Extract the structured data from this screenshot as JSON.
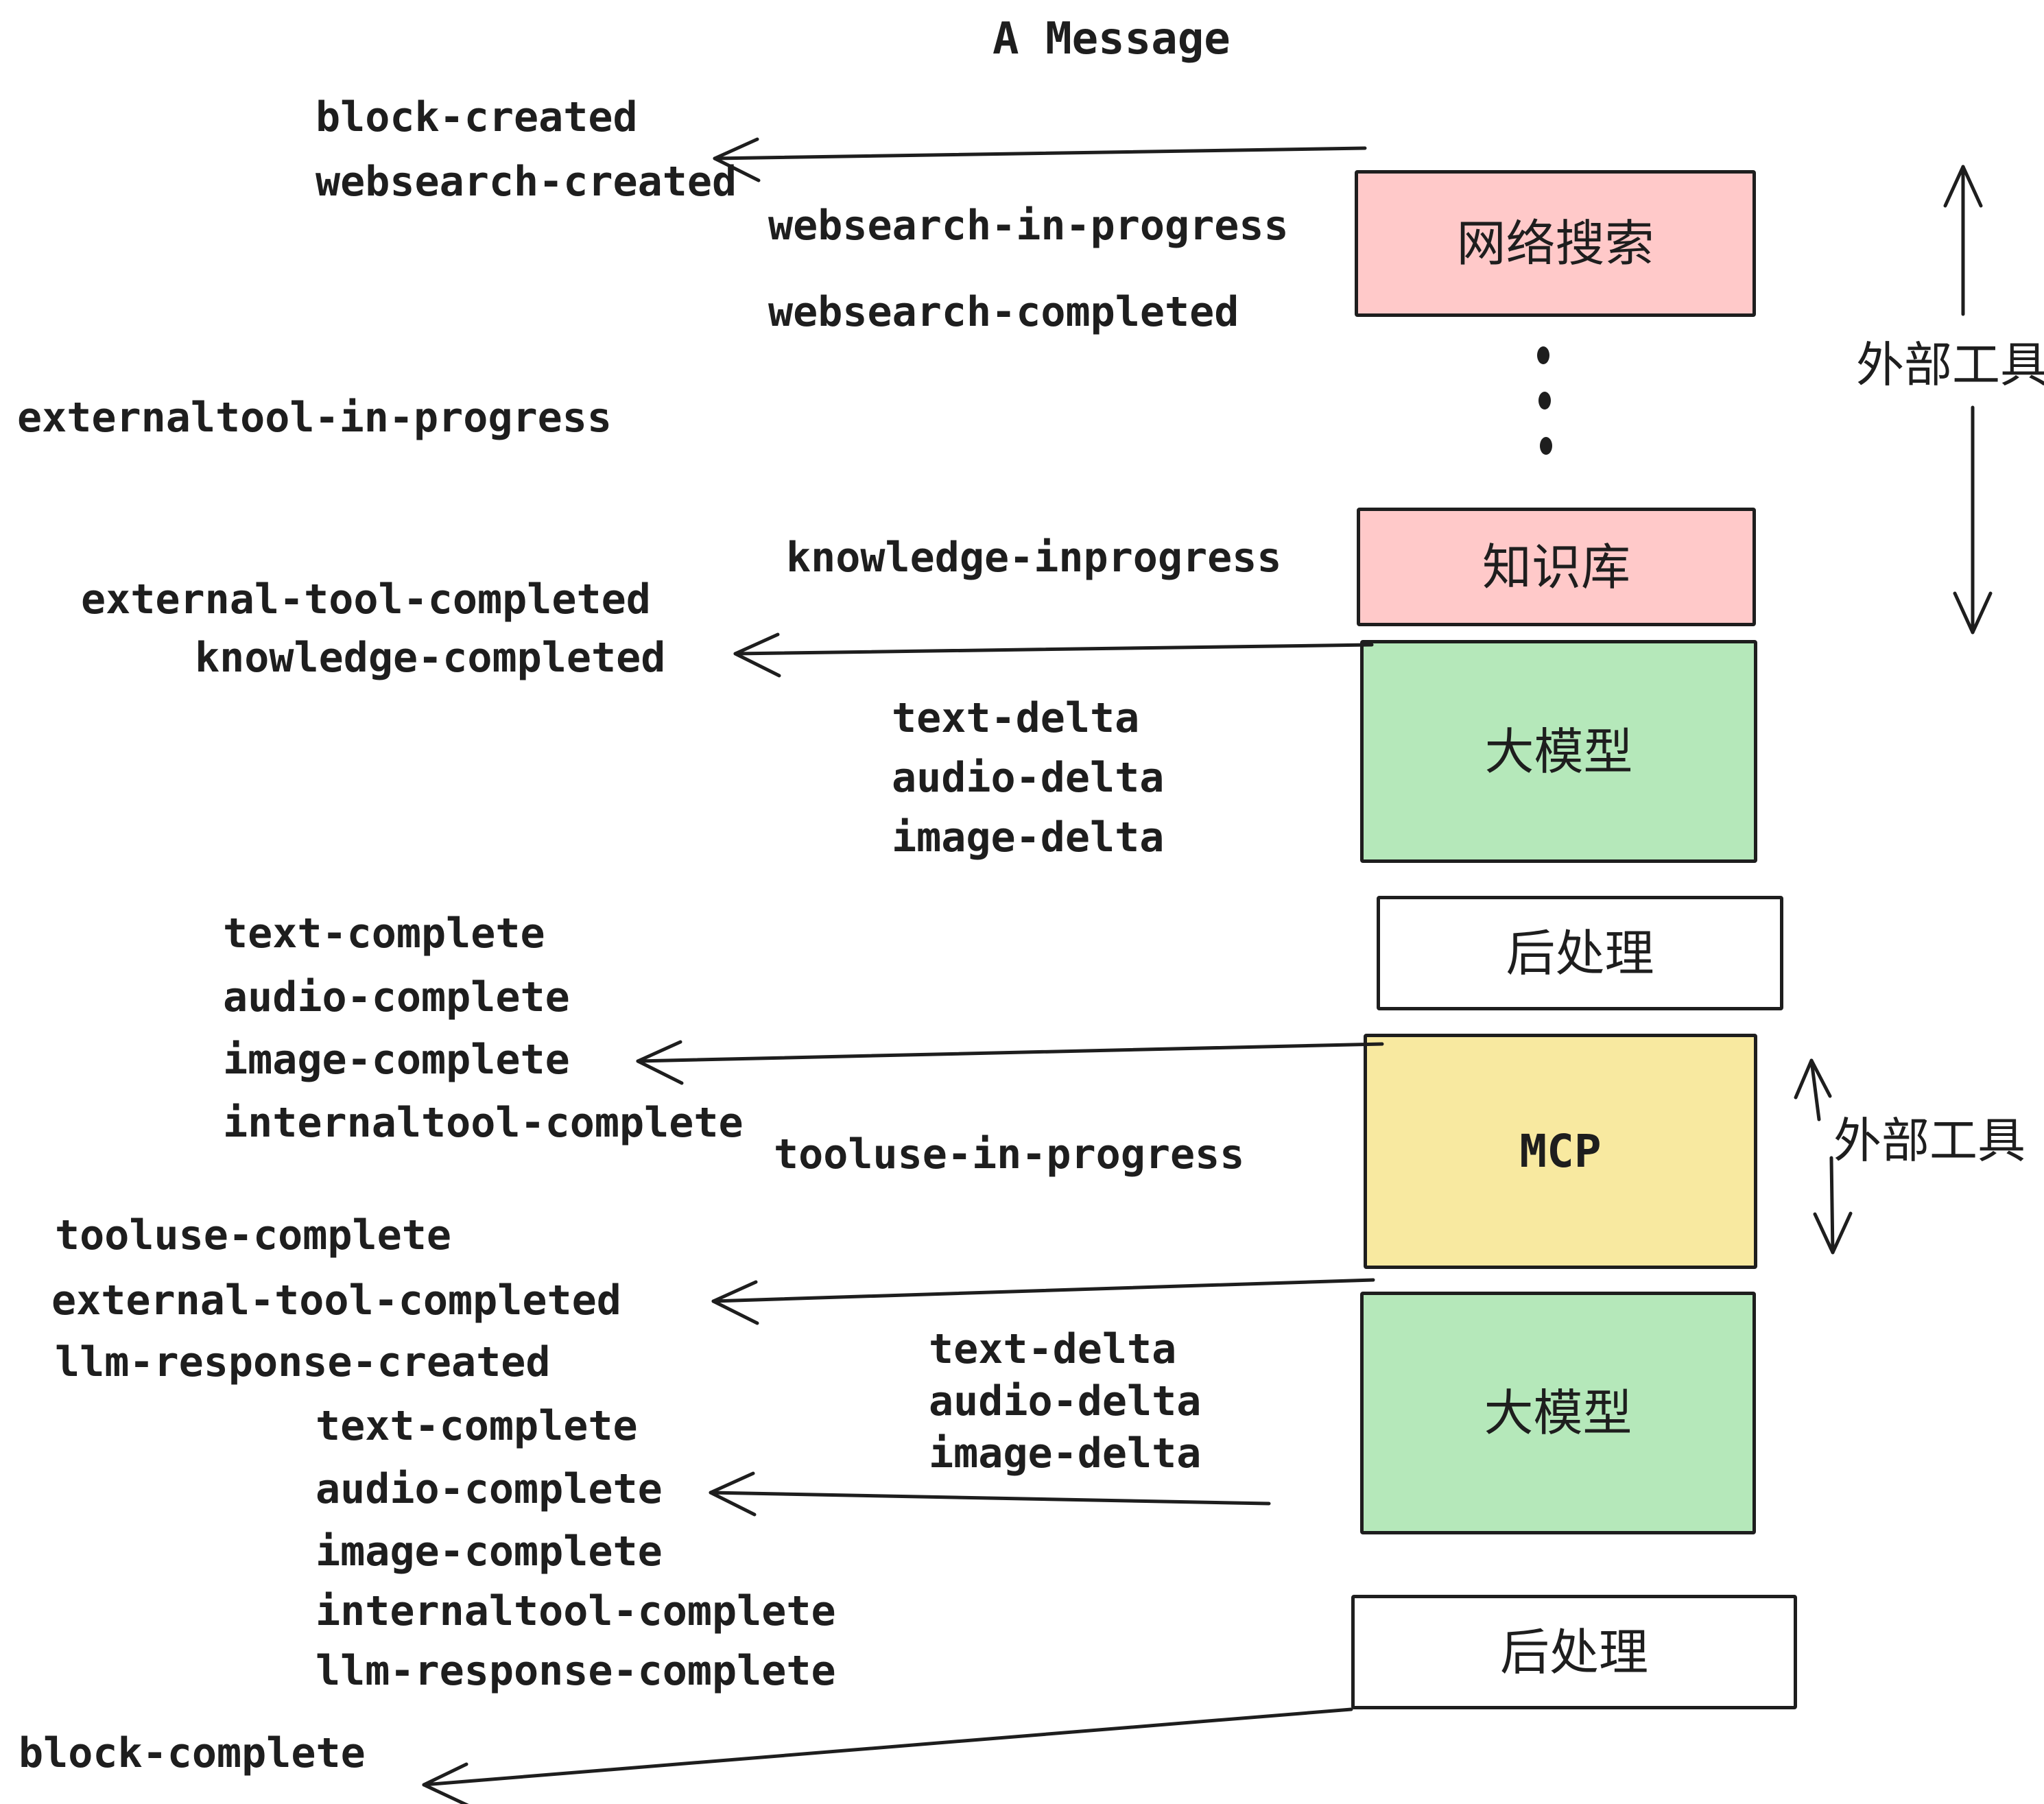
{
  "title": "A Message",
  "colors": {
    "ink": "#1e1e1e",
    "pink": "#ffc9c9",
    "green": "#b5e8ba",
    "yellow": "#f8e9a0",
    "white": "#ffffff"
  },
  "nodes": [
    {
      "label": "网络搜索",
      "color": "#ffc9c9"
    },
    {
      "label": "知识库",
      "color": "#ffc9c9"
    },
    {
      "label": "大模型",
      "color": "#b5e8ba"
    },
    {
      "label": "后处理",
      "color": "#ffffff"
    },
    {
      "label": "MCP",
      "color": "#f8e9a0"
    },
    {
      "label": "大模型",
      "color": "#b5e8ba"
    },
    {
      "label": "后处理",
      "color": "#ffffff"
    }
  ],
  "side_labels": [
    {
      "text": "外部工具"
    },
    {
      "text": "外部工具"
    }
  ],
  "event_labels": [
    {
      "text": "block-created"
    },
    {
      "text": "websearch-created"
    },
    {
      "text": "websearch-in-progress"
    },
    {
      "text": "websearch-completed"
    },
    {
      "text": "externaltool-in-progress"
    },
    {
      "text": "knowledge-inprogress"
    },
    {
      "text": "external-tool-completed"
    },
    {
      "text": "knowledge-completed"
    },
    {
      "text": "text-delta"
    },
    {
      "text": "audio-delta"
    },
    {
      "text": "image-delta"
    },
    {
      "text": "text-complete"
    },
    {
      "text": "audio-complete"
    },
    {
      "text": "image-complete"
    },
    {
      "text": "internaltool-complete"
    },
    {
      "text": "tooluse-in-progress"
    },
    {
      "text": "tooluse-complete"
    },
    {
      "text": "external-tool-completed"
    },
    {
      "text": "llm-response-created"
    },
    {
      "text": "text-delta"
    },
    {
      "text": "audio-delta"
    },
    {
      "text": "image-delta"
    },
    {
      "text": "text-complete"
    },
    {
      "text": "audio-complete"
    },
    {
      "text": "image-complete"
    },
    {
      "text": "internaltool-complete"
    },
    {
      "text": "llm-response-complete"
    },
    {
      "text": "block-complete"
    }
  ]
}
